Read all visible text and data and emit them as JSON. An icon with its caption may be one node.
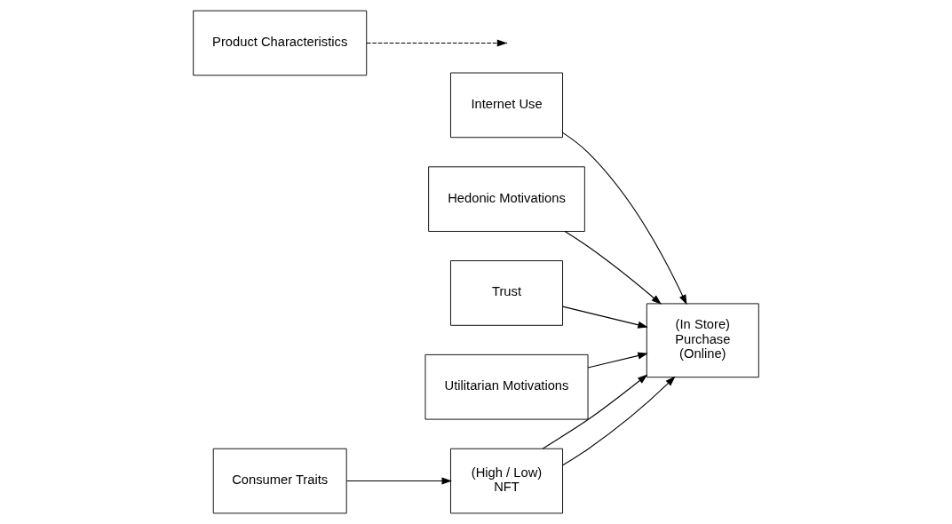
{
  "diagram": {
    "nodes": [
      {
        "text": [
          "Internet Use"
        ]
      },
      {
        "text": [
          "(In Store)",
          "Purchase",
          "(Online)"
        ]
      },
      {
        "text": [
          "Hedonic Motivations"
        ]
      },
      {
        "text": [
          "Trust"
        ]
      },
      {
        "text": [
          "Utilitarian Motivations"
        ]
      },
      {
        "text": [
          "Consumer Traits"
        ]
      },
      {
        "text": [
          "(High / Low)",
          "NFT"
        ]
      },
      {
        "text": [
          "Product Characteristics"
        ]
      }
    ],
    "edges": [
      {
        "from": 0,
        "to": 1,
        "arrow": "to"
      },
      {
        "from": 2,
        "to": 1,
        "arrow": "to"
      },
      {
        "from": 3,
        "to": 1,
        "arrow": "to"
      },
      {
        "from": 4,
        "to": 1,
        "arrow": "to"
      },
      {
        "from": 5,
        "to": 6,
        "arrow": "to"
      },
      {
        "from": 6,
        "to": 1,
        "arrow": "to"
      },
      {
        "from": 6,
        "to": 1,
        "arrow": "to"
      },
      {
        "from": 7,
        "to": null,
        "arrow": "to",
        "style": "dashed"
      }
    ]
  }
}
